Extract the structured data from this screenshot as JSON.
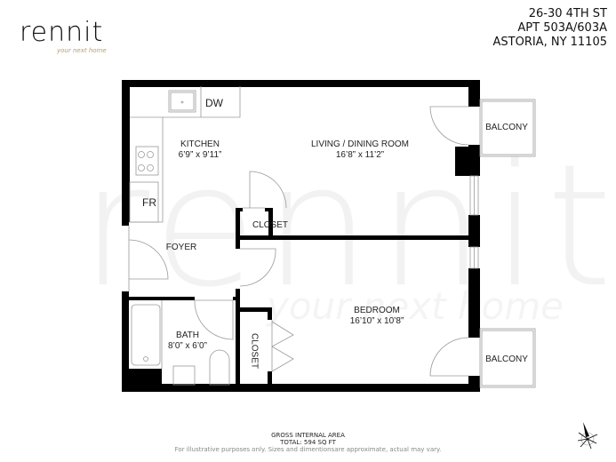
{
  "brand": {
    "name": "rennit",
    "tagline": "your next home",
    "accent_color": "#c8a86a"
  },
  "address": {
    "line1": "26-30 4TH ST",
    "line2": "APT 503A/603A",
    "line3": "ASTORIA, NY 11105"
  },
  "rooms": {
    "kitchen": {
      "name": "KITCHEN",
      "size": "6’9” x 9’11”"
    },
    "living": {
      "name": "LIVING / DINING ROOM",
      "size": "16’8” x 11’2”"
    },
    "foyer": {
      "name": "FOYER"
    },
    "bath": {
      "name": "BATH",
      "size": "8’0” x 6’0”"
    },
    "bedroom": {
      "name": "BEDROOM",
      "size": "16’10” x 10’8”"
    },
    "closet_living": {
      "name": "CLOSET"
    },
    "closet_bedroom": {
      "name": "CLOSET"
    },
    "balcony_top": {
      "name": "BALCONY"
    },
    "balcony_bottom": {
      "name": "BALCONY"
    }
  },
  "fixtures": {
    "dishwasher": "DW",
    "fridge": "FR"
  },
  "footer": {
    "area_label": "GROSS INTERNAL AREA",
    "total": "TOTAL:  594 SQ FT",
    "disclaimer": "For illustrative purposes only. Sizes and dimentionsare approximate, actual may vary."
  },
  "colors": {
    "wall": "#000000",
    "line": "#9a9a9a",
    "text": "#222222",
    "watermark": "#eeeeee"
  }
}
